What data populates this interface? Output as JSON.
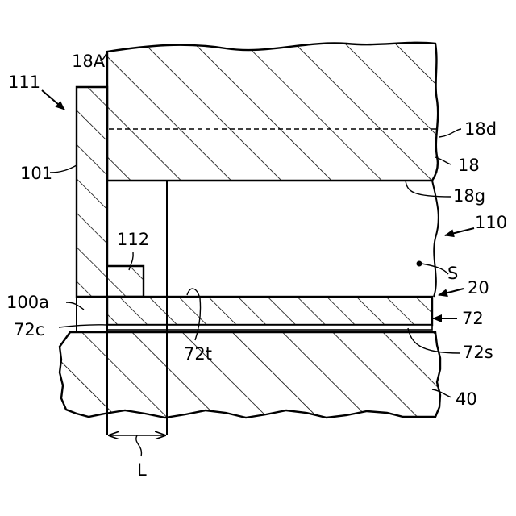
{
  "figure": {
    "labels": {
      "ref_111": "111",
      "ref_18A": "18A",
      "ref_18d": "18d",
      "ref_18": "18",
      "ref_101": "101",
      "ref_18g": "18g",
      "ref_110": "110",
      "ref_112": "112",
      "ref_S": "S",
      "ref_20": "20",
      "ref_100a": "100a",
      "ref_72": "72",
      "ref_72c": "72c",
      "ref_72t": "72t",
      "ref_72s": "72s",
      "ref_40": "40",
      "ref_L": "L"
    }
  }
}
